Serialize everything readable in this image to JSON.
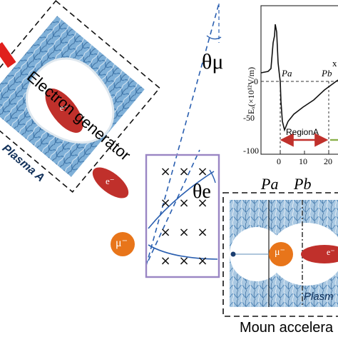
{
  "generator": {
    "title": "Electron generator",
    "plasma_label": "Plasma A",
    "electron_label": "e⁻"
  },
  "beam": {
    "electron_label": "e⁻",
    "muon_label": "μ⁻",
    "theta_mu": "θμ",
    "theta_e": "θe"
  },
  "field_box": {
    "cross_symbol": "×"
  },
  "inset_plot": {
    "ylabel": "Eₓ(×10¹²V/m)",
    "yticks": [
      "0",
      "-50",
      "-100"
    ],
    "xticks": [
      "0",
      "10",
      "20"
    ],
    "xlabel_partial": "x",
    "marker_a": "Pa",
    "marker_b": "Pb",
    "region_label": "RegionA"
  },
  "accelerator": {
    "marker_a": "Pa",
    "marker_b": "Pb",
    "muon_label": "μ⁻",
    "electron_label": "e⁻",
    "plasma_label": "Plasm",
    "caption": "Moun accelera"
  },
  "colors": {
    "electron": "#c0302b",
    "muon": "#e8751a",
    "beam_line": "#2a5fb0",
    "field_box": "#9a86c4",
    "region_arrow": "#c0302b",
    "plasma": "#5f9ac8"
  }
}
